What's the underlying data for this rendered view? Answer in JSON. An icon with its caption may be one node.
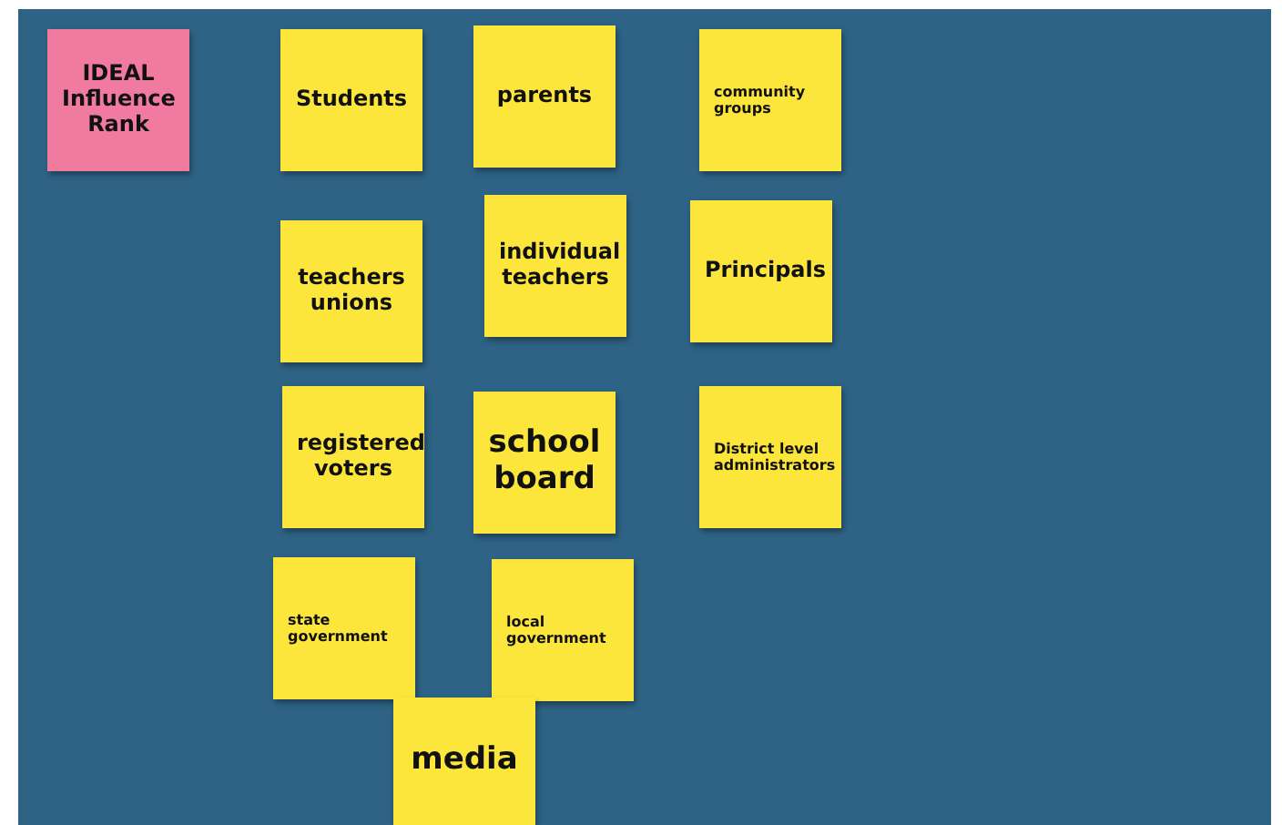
{
  "diagram": {
    "nodes": [
      {
        "text": [
          "IDEAL Influence Rank"
        ]
      },
      {
        "text": [
          "Students"
        ]
      },
      {
        "text": [
          "parents"
        ]
      },
      {
        "text": [
          "community groups"
        ]
      },
      {
        "text": [
          "teachers unions"
        ]
      },
      {
        "text": [
          "individual teachers"
        ]
      },
      {
        "text": [
          "Principals"
        ]
      },
      {
        "text": [
          "registered voters"
        ]
      },
      {
        "text": [
          "school board"
        ]
      },
      {
        "text": [
          "District level administrators"
        ]
      },
      {
        "text": [
          "state government"
        ]
      },
      {
        "text": [
          "local government"
        ]
      },
      {
        "text": [
          "media"
        ]
      }
    ],
    "edges": []
  }
}
